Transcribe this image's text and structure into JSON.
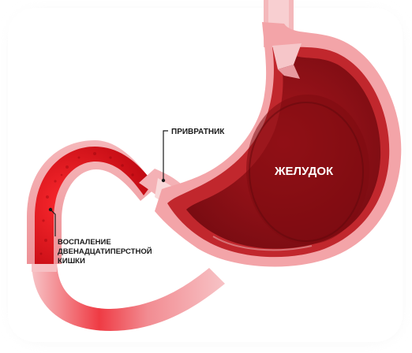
{
  "labels": {
    "pylorus": "ПРИВРАТНИК",
    "stomach": "ЖЕЛУДОК",
    "inflammation_line1": "ВОСПАЛЕНИЕ",
    "inflammation_line2": "ДВЕНАДЦАТИПЕРСТНОЙ",
    "inflammation_line3": "КИШКИ"
  },
  "colors": {
    "stomach_wall": "#c1272d",
    "stomach_inner": "#8e1016",
    "stomach_dark": "#6f0b10",
    "pink_tissue": "#f2a9ad",
    "pale_pink": "#f7d0d2",
    "inflamed": "#e3141c",
    "label_dark": "#1a1a1a",
    "label_light": "#ffffff"
  }
}
